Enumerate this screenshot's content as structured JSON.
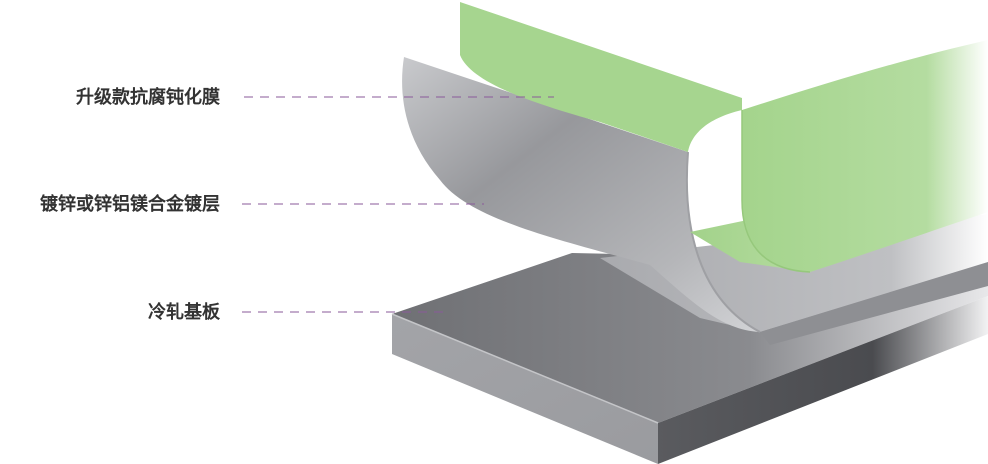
{
  "layers": [
    {
      "id": "passivation",
      "label": "升级款抗腐钝化膜",
      "color": "#a6d58f"
    },
    {
      "id": "coating",
      "label": "镀锌或锌铝镁合金镀层",
      "color": "#a9aaae"
    },
    {
      "id": "substrate",
      "label": "冷轧基板",
      "color": "#7c7d81"
    }
  ],
  "leader_line_color": "#8a5a9a"
}
